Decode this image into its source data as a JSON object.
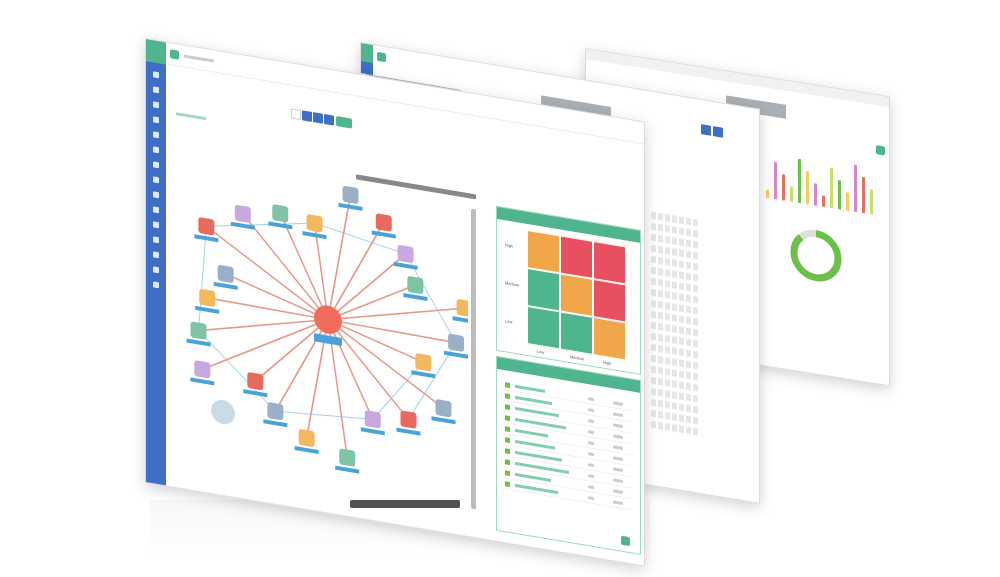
{
  "colors": {
    "sidebar": "#3f6fc4",
    "accent": "#4fb58e",
    "risk_low": "#4fb58e",
    "risk_medium": "#f2a64a",
    "risk_high": "#e8505f",
    "edge": "#e59a8c",
    "edge_alt": "#9fd3ea",
    "donut": "#6cc04a"
  },
  "front_window": {
    "sidebar": {
      "icons": [
        "home-icon",
        "share-icon",
        "gear-icon",
        "user-icon",
        "document-icon",
        "lock-icon",
        "folder-icon",
        "chart-icon",
        "list-icon",
        "shield-icon",
        "calendar-icon",
        "database-icon",
        "tag-icon",
        "bell-icon",
        "help-icon"
      ]
    },
    "risk_matrix": {
      "rows": [
        "High",
        "Medium",
        "Low"
      ],
      "columns": [
        "Low",
        "Medium",
        "High"
      ],
      "levels": [
        [
          "medium",
          "high",
          "high"
        ],
        [
          "low",
          "medium",
          "high"
        ],
        [
          "low",
          "low",
          "medium"
        ]
      ]
    },
    "table": {
      "row_count": 10
    }
  },
  "graph": {
    "node_count": 22
  },
  "back_window": {
    "donut_fraction": 0.88
  }
}
